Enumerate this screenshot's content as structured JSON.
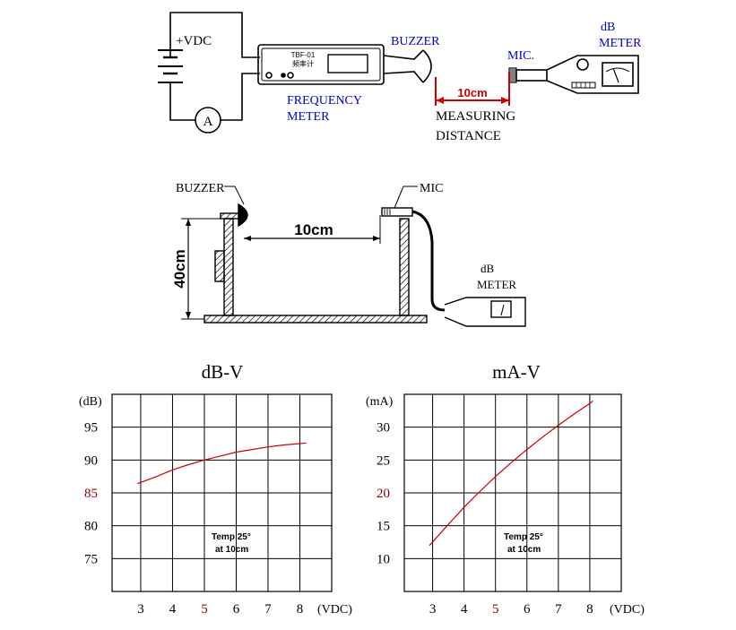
{
  "circuit": {
    "vdc_label": "+VDC",
    "ammeter_label": "A",
    "device_model": "TBF-01",
    "device_cn": "频率计",
    "frequency_meter_label_1": "FREQUENCY",
    "frequency_meter_label_2": "METER",
    "buzzer_label": "BUZZER",
    "mic_label": "MIC.",
    "db_label": "dB",
    "meter_label": "METER",
    "distance_value": "10cm",
    "measuring_label": "MEASURING",
    "distance_label": "DISTANCE"
  },
  "setup": {
    "buzzer_label": "BUZZER",
    "mic_label": "MIC",
    "distance_label": "10cm",
    "height_label": "40cm",
    "db_label": "dB",
    "meter_label": "METER"
  },
  "colors": {
    "blue_label": "#0000cc",
    "red": "#cc0000",
    "dark_red_tick": "#8b0000",
    "hatch": "#000000"
  },
  "chart_data": [
    {
      "type": "line",
      "title": "dB-V",
      "xlabel": "(VDC)",
      "ylabel": "(dB)",
      "x_ticks": [
        "3",
        "4",
        "5",
        "6",
        "7",
        "8"
      ],
      "y_ticks": [
        "95",
        "90",
        "85",
        "80",
        "75"
      ],
      "highlight_x_tick": "5",
      "highlight_y_tick": "85",
      "xlim": [
        2.1,
        9.0
      ],
      "ylim": [
        70,
        100
      ],
      "grid": true,
      "annotation_1": "Temp 25°",
      "annotation_2": "at 10cm",
      "series": [
        {
          "x": [
            2.9,
            3.5,
            4.0,
            4.5,
            5.0,
            5.5,
            6.0,
            6.5,
            7.0,
            7.5,
            8.0,
            8.2
          ],
          "y": [
            86.4,
            87.5,
            88.5,
            89.3,
            90.0,
            90.6,
            91.2,
            91.6,
            92.0,
            92.3,
            92.5,
            92.6
          ]
        }
      ]
    },
    {
      "type": "line",
      "title": "mA-V",
      "xlabel": "(VDC)",
      "ylabel": "(mA)",
      "x_ticks": [
        "3",
        "4",
        "5",
        "6",
        "7",
        "8"
      ],
      "y_ticks": [
        "30",
        "25",
        "20",
        "15",
        "10"
      ],
      "highlight_x_tick": "5",
      "highlight_y_tick": "20",
      "xlim": [
        2.1,
        9.0
      ],
      "ylim": [
        5,
        35
      ],
      "grid": true,
      "annotation_1": "Temp 25°",
      "annotation_2": "at 10cm",
      "series": [
        {
          "x": [
            2.9,
            3.5,
            4.0,
            4.5,
            5.0,
            5.5,
            6.0,
            6.5,
            7.0,
            7.5,
            8.0,
            8.1
          ],
          "y": [
            12.0,
            15.2,
            17.8,
            20.2,
            22.5,
            24.6,
            26.6,
            28.5,
            30.3,
            32.0,
            33.6,
            34.0
          ]
        }
      ]
    }
  ]
}
